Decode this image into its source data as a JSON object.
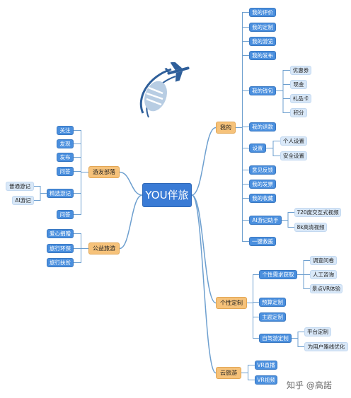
{
  "root": "YOU伴旅",
  "left": {
    "youyou": {
      "label": "游友部落",
      "items": [
        "关注",
        "发现",
        "发布",
        "问答",
        "精选游记",
        "问答"
      ],
      "jingxuan_children": [
        "普通游记",
        "AI游记"
      ]
    },
    "gongyi": {
      "label": "公益旅游",
      "items": [
        "爱心捐赠",
        "旅行环保",
        "旅行扶贫"
      ]
    }
  },
  "right": {
    "wode": {
      "label": "我的",
      "items": [
        "我的评价",
        "我的定制",
        "我的游览",
        "我的发布",
        "我的钱包",
        "我的退款",
        "设置",
        "意见反馈",
        "我的发票",
        "我的收藏",
        "AI游记助手",
        "一键救援"
      ],
      "qianbao_children": [
        "优惠券",
        "现金",
        "礼品卡",
        "积分"
      ],
      "shezhi_children": [
        "个人设置",
        "安全设置"
      ],
      "ai_children": [
        "720度交互式视频",
        "8k高清视频"
      ]
    },
    "dingzhi": {
      "label": "个性定制",
      "items": [
        "个性需求获取",
        "预算定制",
        "主题定制",
        "自驾游定制"
      ],
      "xuqiu_children": [
        "调查问卷",
        "人工咨询",
        "景点VR体验"
      ],
      "zijia_children": [
        "平台定制",
        "为用户路线优化"
      ]
    },
    "yunlvyou": {
      "label": "云旅游",
      "items": [
        "VR直播",
        "VR视频"
      ]
    }
  },
  "watermark": "知乎 @高諾",
  "colors": {
    "root": "#3a7bd5",
    "level1": "#f6c27a",
    "level2": "#4a8fde",
    "level3": "#d9e8f8",
    "lines": "#6d9fcf"
  }
}
